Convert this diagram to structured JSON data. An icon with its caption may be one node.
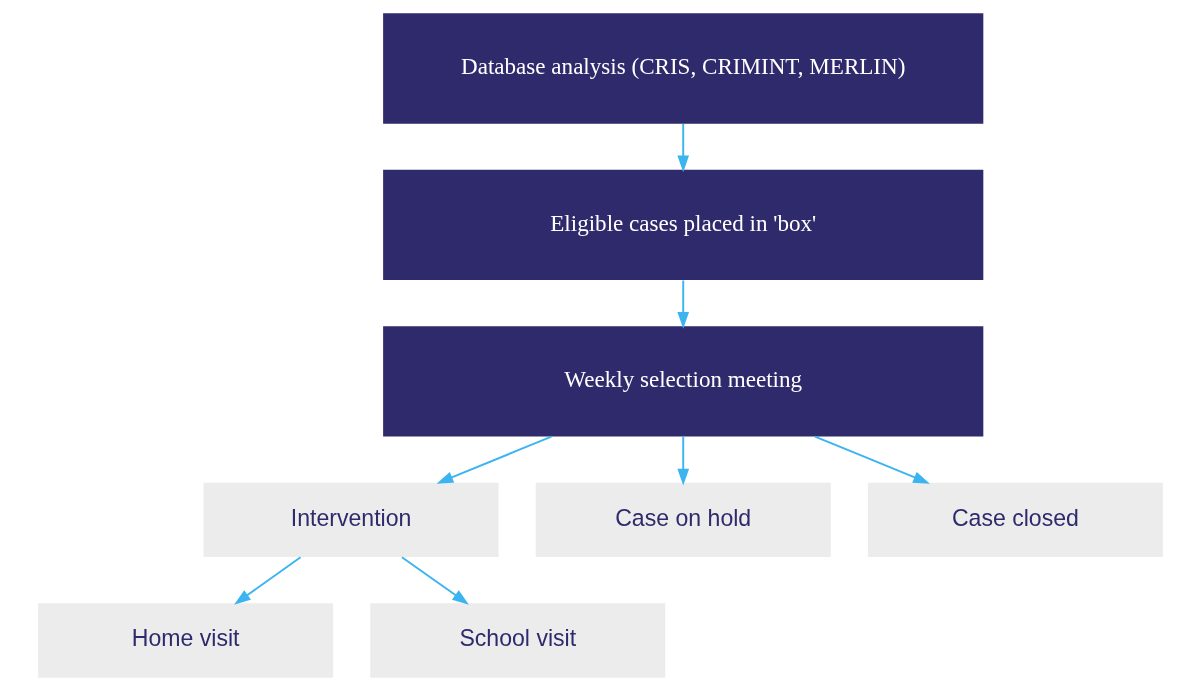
{
  "diagram": {
    "nodes": [
      {
        "text": [
          "Database analysis (CRIS, CRIMINT, MERLIN)"
        ]
      },
      {
        "text": [
          "Eligible cases placed in 'box'"
        ]
      },
      {
        "text": [
          "Weekly selection meeting"
        ]
      },
      {
        "text": [
          "Intervention"
        ]
      },
      {
        "text": [
          "Case on hold"
        ]
      },
      {
        "text": [
          "Case closed"
        ]
      },
      {
        "text": [
          "Home visit"
        ]
      },
      {
        "text": [
          "School visit"
        ]
      }
    ],
    "edges": [
      {
        "from": 0,
        "to": 1,
        "arrow": "to"
      },
      {
        "from": 1,
        "to": 2,
        "arrow": "to"
      },
      {
        "from": 2,
        "to": 3,
        "arrow": "to"
      },
      {
        "from": 2,
        "to": 4,
        "arrow": "to"
      },
      {
        "from": 2,
        "to": 5,
        "arrow": "to"
      },
      {
        "from": 3,
        "to": 6,
        "arrow": "to"
      },
      {
        "from": 3,
        "to": 7,
        "arrow": "to"
      }
    ]
  }
}
